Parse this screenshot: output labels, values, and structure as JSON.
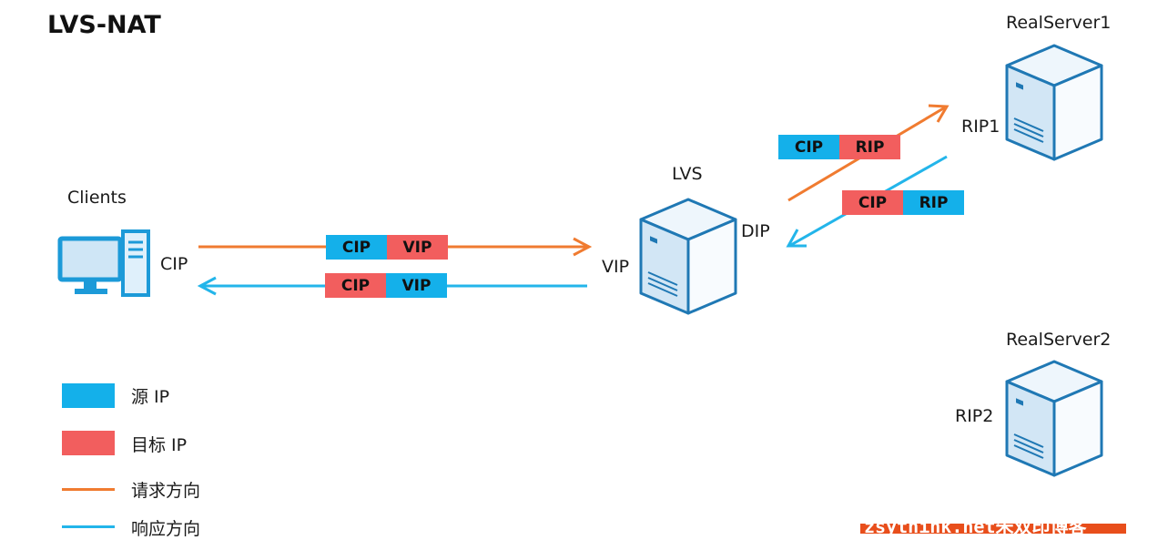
{
  "title": "LVS-NAT",
  "colors": {
    "source": "#14b0ea",
    "target": "#f25e5e",
    "request": "#f07b30",
    "response": "#23b5ea"
  },
  "nodes": {
    "clients": {
      "label": "Clients",
      "ip": "CIP"
    },
    "lvs": {
      "label": "LVS",
      "vip": "VIP",
      "dip": "DIP"
    },
    "realserver1": {
      "label": "RealServer1",
      "ip": "RIP1"
    },
    "realserver2": {
      "label": "RealServer2",
      "ip": "RIP2"
    }
  },
  "packets": {
    "client_request": {
      "src": "CIP",
      "dst": "VIP"
    },
    "client_response": {
      "dst": "CIP",
      "src": "VIP"
    },
    "rs_request": {
      "src": "CIP",
      "dst": "RIP"
    },
    "rs_response": {
      "dst": "CIP",
      "src": "RIP"
    }
  },
  "legend": {
    "source_ip": "源 IP",
    "target_ip": "目标 IP",
    "request_dir": "请求方向",
    "response_dir": "响应方向"
  },
  "watermark": "zsythink.net朱双印博客"
}
